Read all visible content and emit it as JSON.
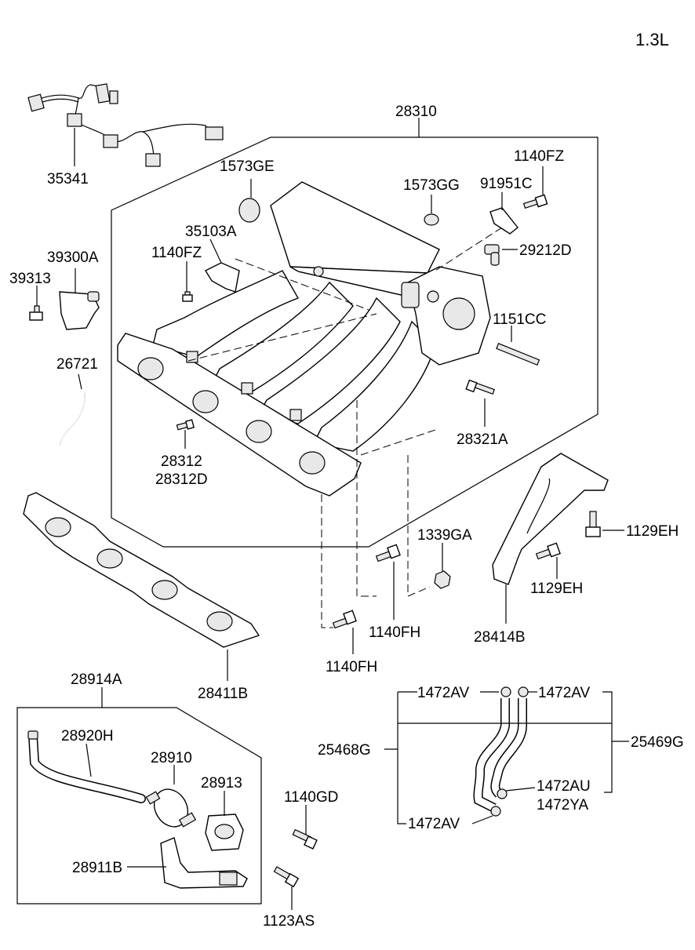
{
  "engine_variant": "1.3L",
  "callouts": {
    "harness": "35341",
    "manifold_assy": "28310",
    "plug_ge": "1573GE",
    "plug_gg": "1573GG",
    "bolt_1140fz_top": "1140FZ",
    "bracket_91951c": "91951C",
    "fitting_29212d": "29212D",
    "bracket_35103a": "35103A",
    "bolt_1140fz_left": "1140FZ",
    "sensor_39300a": "39300A",
    "bolt_39313": "39313",
    "hose_26721": "26721",
    "stud_1151cc": "1151CC",
    "bolt_28312": "28312",
    "bolt_28312d": "28312D",
    "bolt_28321a": "28321A",
    "gasket_28411b": "28411B",
    "stay_28414b": "28414B",
    "bolt_1129eh_upper": "1129EH",
    "bolt_1129eh_lower": "1129EH",
    "nut_1339ga": "1339GA",
    "bolt_1140fh_upper": "1140FH",
    "bolt_1140fh_lower": "1140FH",
    "valve_assy_28914a": "28914A",
    "hose_28920h": "28920H",
    "valve_28910": "28910",
    "holder_28913": "28913",
    "bracket_28911b": "28911B",
    "bolt_1140gd": "1140GD",
    "bolt_1123as": "1123AS",
    "clamp_1472av_a": "1472AV",
    "clamp_1472av_b": "1472AV",
    "clamp_1472av_c": "1472AV",
    "hose_25468g": "25468G",
    "hose_25469g": "25469G",
    "clamp_1472au": "1472AU",
    "clamp_1472ya": "1472YA"
  }
}
